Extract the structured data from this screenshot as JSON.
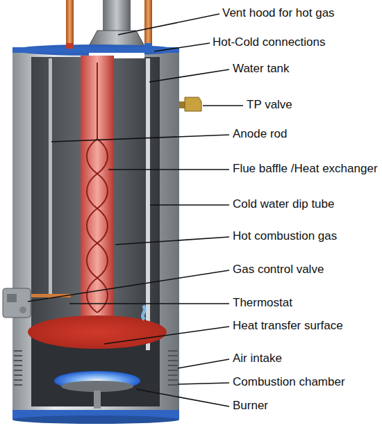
{
  "diagram": {
    "labels": [
      "Vent hood for hot gas",
      "Hot-Cold connections",
      "Water tank",
      "TP valve",
      "Anode rod",
      "Flue baffle /Heat exchanger",
      "Cold water dip tube",
      "Hot combustion gas",
      "Gas control valve",
      "Thermostat",
      "Heat transfer surface",
      "Air intake",
      "Combustion chamber",
      "Burner"
    ]
  }
}
